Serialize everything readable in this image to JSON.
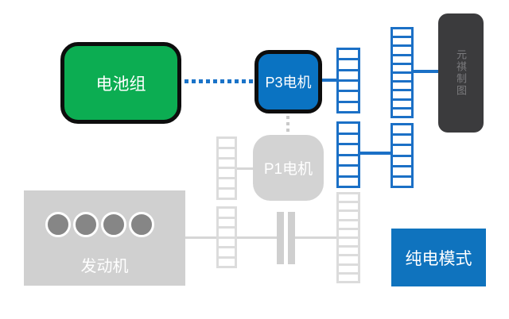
{
  "diagram": {
    "type": "hybrid-powertrain-schematic",
    "mode_badge": {
      "label": "纯电模式"
    },
    "watermark": {
      "label": "元祺制图"
    },
    "nodes": {
      "battery": {
        "label": "电池组",
        "state": "active",
        "color": "#0cad52"
      },
      "p3_motor": {
        "label": "P3电机",
        "state": "active",
        "color": "#0a73c2"
      },
      "p1_motor": {
        "label": "P1电机",
        "state": "inactive",
        "color": "#d3d3d3"
      },
      "engine": {
        "label": "发动机",
        "state": "inactive",
        "color": "#d0d0d0",
        "cylinder_count": 4
      }
    },
    "colors": {
      "active_link": "#1b70c6",
      "inactive_link": "#d6d6d6",
      "active_gear_stroke": "#1b70c6",
      "inactive_gear_stroke": "#dcdcdc",
      "mode_badge_bg": "#0f73be",
      "watermark_bg": "#3b3b3d",
      "node_border": "#0d0d0d"
    }
  }
}
